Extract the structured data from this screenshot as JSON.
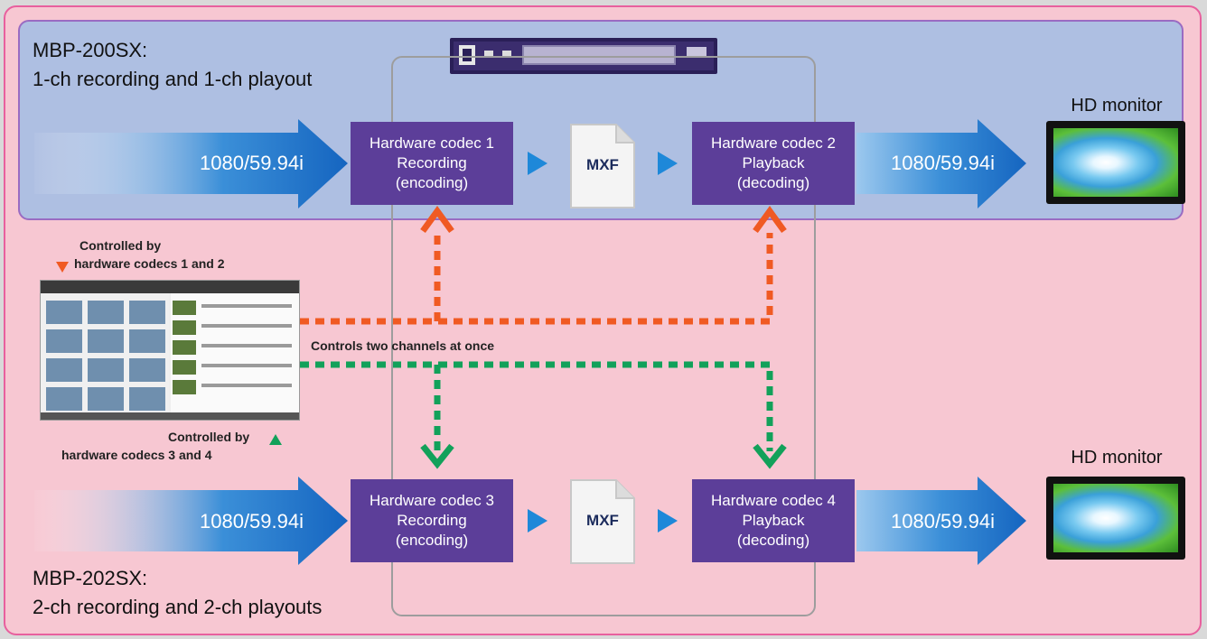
{
  "top_unit": {
    "name": "MBP-200SX:",
    "description": "1-ch recording and 1-ch playout"
  },
  "bottom_unit": {
    "name": "MBP-202SX:",
    "description": "2-ch recording and 2-ch playouts"
  },
  "signals": {
    "in_top": "1080/59.94i",
    "out_top": "1080/59.94i",
    "in_bottom": "1080/59.94i",
    "out_bottom": "1080/59.94i"
  },
  "codecs": {
    "c1": {
      "line1": "Hardware codec 1",
      "line2": "Recording",
      "line3": "(encoding)"
    },
    "c2": {
      "line1": "Hardware codec 2",
      "line2": "Playback",
      "line3": "(decoding)"
    },
    "c3": {
      "line1": "Hardware codec 3",
      "line2": "Recording",
      "line3": "(encoding)"
    },
    "c4": {
      "line1": "Hardware codec 4",
      "line2": "Playback",
      "line3": "(decoding)"
    }
  },
  "files": {
    "top": "MXF",
    "bottom": "MXF"
  },
  "monitors": {
    "top": "HD monitor",
    "bottom": "HD monitor"
  },
  "notes": {
    "controlled_top_line1": "Controlled by",
    "controlled_top_line2": "hardware codecs 1 and 2",
    "controlled_bottom_line1": "Controlled by",
    "controlled_bottom_line2": "hardware codecs 3 and 4",
    "controls_two": "Controls two channels at once"
  },
  "colors": {
    "orange": "#f05a23",
    "green": "#12a15a",
    "codec_purple": "#5c3e99",
    "arrow_blue": "#1f7fcf"
  },
  "icons": [
    "rack-unit-icon",
    "mxf-file-icon",
    "hd-monitor-icon",
    "control-software-screenshot"
  ]
}
